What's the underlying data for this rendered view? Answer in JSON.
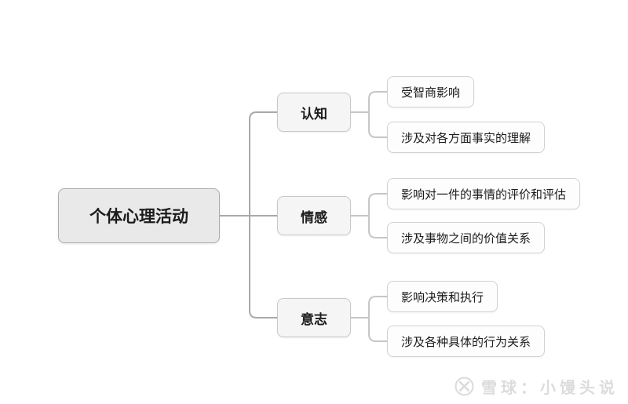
{
  "diagram": {
    "type": "mindmap",
    "root": {
      "label": "个体心理活动"
    },
    "branches": [
      {
        "label": "认知",
        "children": [
          {
            "label": "受智商影响"
          },
          {
            "label": "涉及对各方面事实的理解"
          }
        ]
      },
      {
        "label": "情感",
        "children": [
          {
            "label": "影响对一件的事情的评价和评估"
          },
          {
            "label": "涉及事物之间的价值关系"
          }
        ]
      },
      {
        "label": "意志",
        "children": [
          {
            "label": "影响决策和执行"
          },
          {
            "label": "涉及各种具体的行为关系"
          }
        ]
      }
    ]
  },
  "watermark": {
    "brand": "雪球：小馒头说",
    "logo": "xueqiu-logo-icon"
  },
  "colors": {
    "background": "#ffffff",
    "root_fill": "#e9e9e9",
    "root_border": "#adadad",
    "branch_fill": "#f5f5f5",
    "branch_border": "#c8c8c8",
    "leaf_fill": "#fdfdfd",
    "leaf_border": "#d2d2d2",
    "connector_primary": "#a9a9a9",
    "connector_secondary": "#c6c6c6",
    "text": "#1c1c1c",
    "watermark": "#dcdcdc"
  }
}
